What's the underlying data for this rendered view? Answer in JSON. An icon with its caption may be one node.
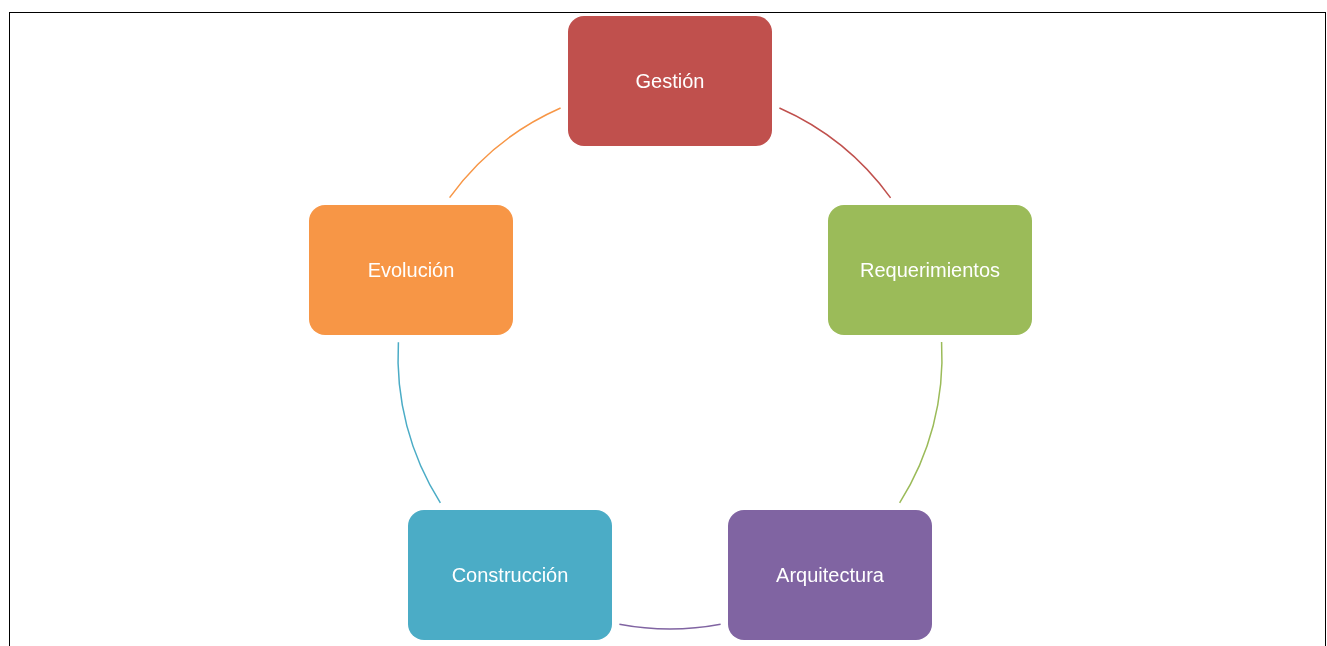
{
  "diagram": {
    "nodes": [
      {
        "text": [
          "Gestión"
        ]
      },
      {
        "text": [
          "Requerimientos"
        ]
      },
      {
        "text": [
          "Arquitectura"
        ]
      },
      {
        "text": [
          "Construcción"
        ]
      },
      {
        "text": [
          "Evolución"
        ]
      }
    ],
    "edges": [
      {
        "from": 0,
        "to": 1,
        "arrow": "none",
        "color": "#c0504d"
      },
      {
        "from": 1,
        "to": 2,
        "arrow": "none",
        "color": "#9bbb59"
      },
      {
        "from": 2,
        "to": 3,
        "arrow": "none",
        "color": "#8064a2"
      },
      {
        "from": 3,
        "to": 4,
        "arrow": "none",
        "color": "#4bacc6"
      },
      {
        "from": 4,
        "to": 0,
        "arrow": "none",
        "color": "#f79646"
      }
    ]
  }
}
